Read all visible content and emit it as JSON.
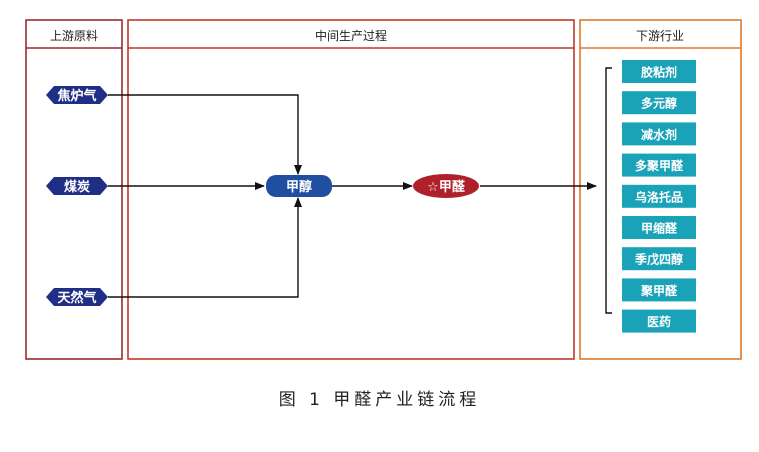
{
  "panels": {
    "upstream_title": "上游原料",
    "middle_title": "中间生产过程",
    "downstream_title": "下游行业"
  },
  "raw_materials": [
    "焦炉气",
    "煤炭",
    "天然气"
  ],
  "intermediate": "甲醇",
  "product": "☆甲醛",
  "downstream": [
    "胶粘剂",
    "多元醇",
    "减水剂",
    "多聚甲醛",
    "乌洛托品",
    "甲缩醛",
    "季戊四醇",
    "聚甲醛",
    "医药"
  ],
  "caption": "图 1  甲醛产业链流程",
  "colors": {
    "upstream_border": "#9e2a2b",
    "middle_border": "#c0392b",
    "downstream_border": "#e07a2b",
    "raw_material_fill": "#1f2f86",
    "methanol_fill": "#1f4fa0",
    "formaldehyde_fill": "#b0202a",
    "downstream_fill": "#1aa3b8"
  }
}
